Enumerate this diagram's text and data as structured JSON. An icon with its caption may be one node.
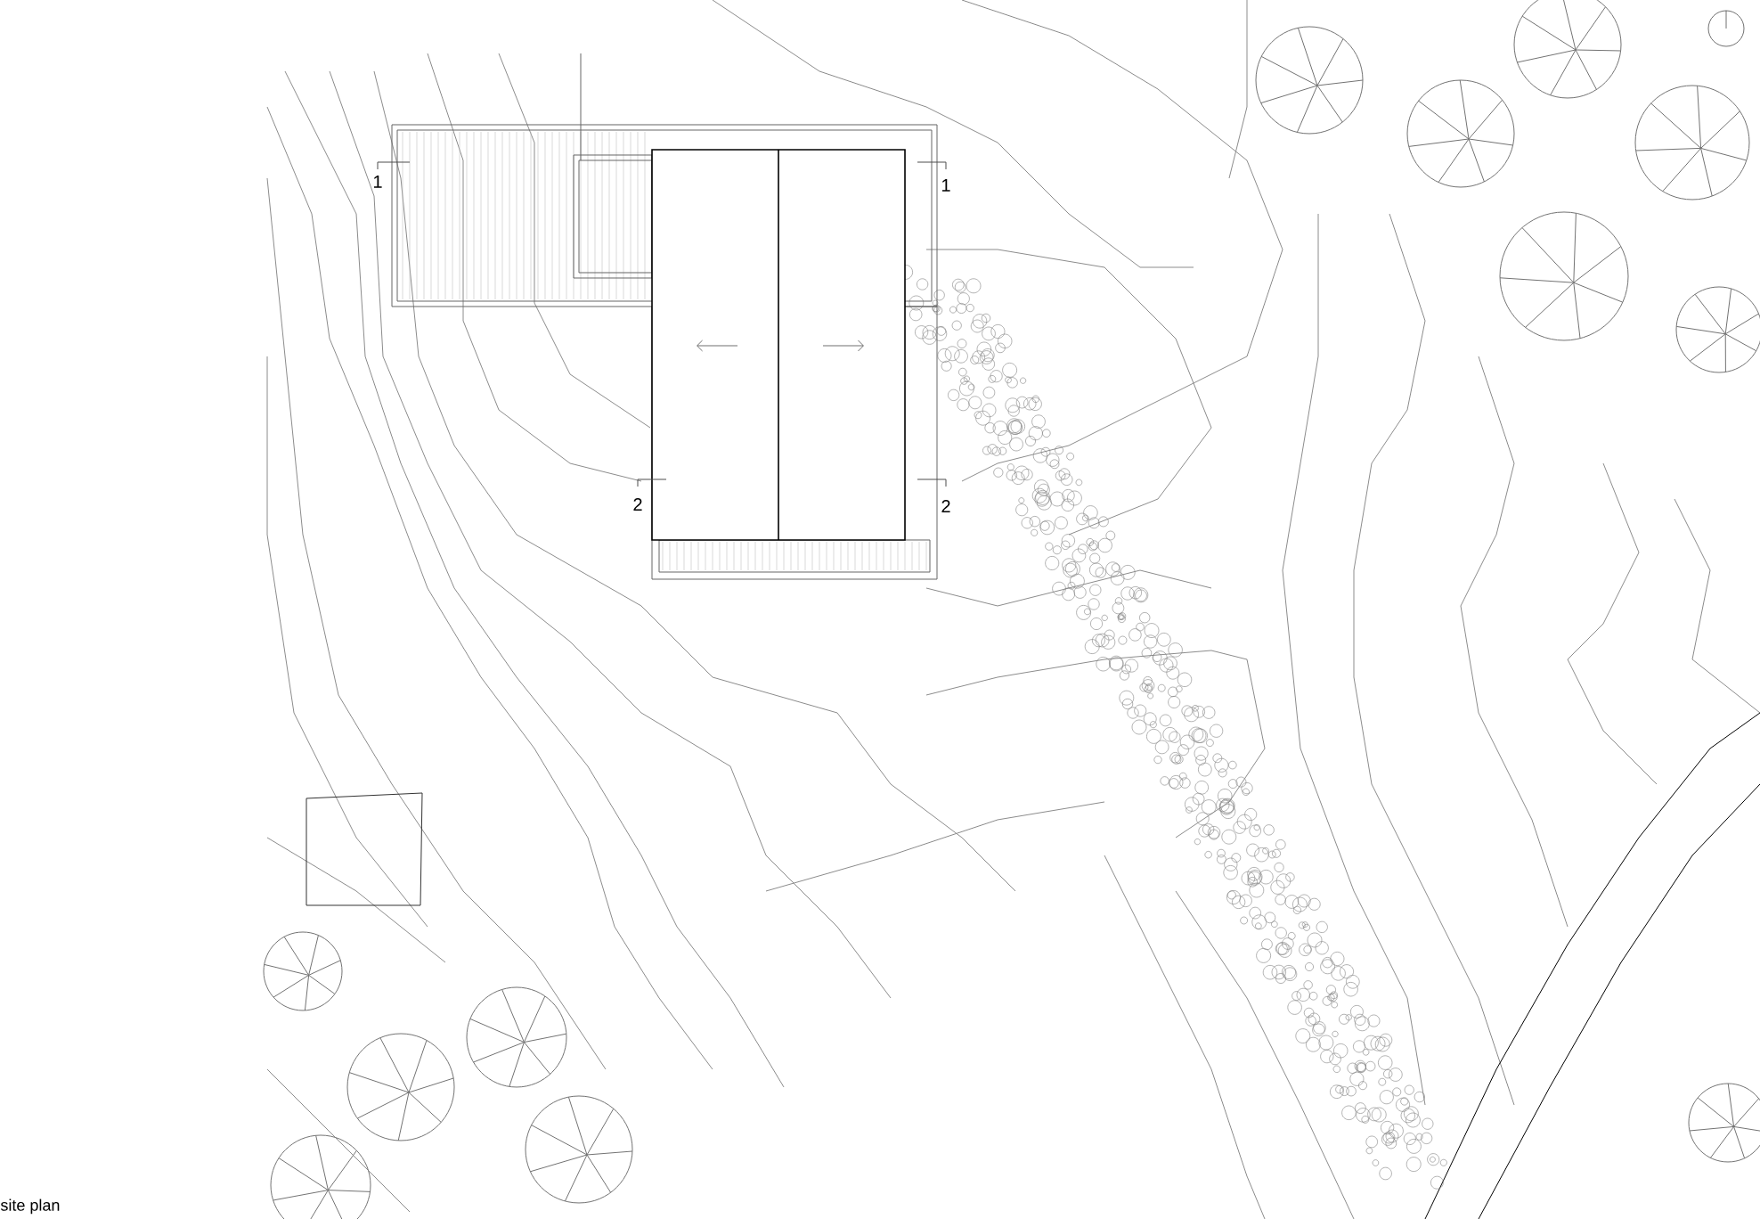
{
  "diagram": {
    "caption": "site plan",
    "labels": [
      "1",
      "1",
      "2",
      "2"
    ]
  }
}
